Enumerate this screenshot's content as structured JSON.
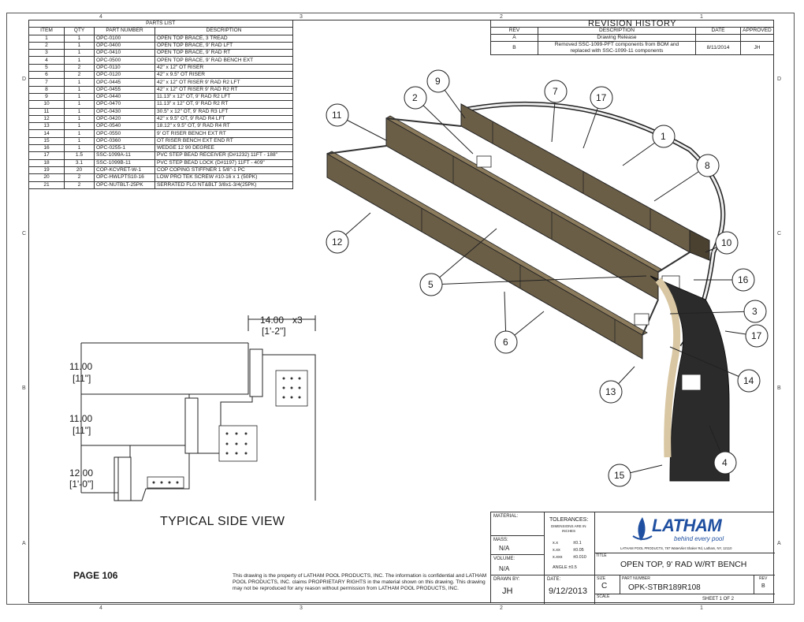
{
  "zones": {
    "top": [
      "4",
      "3",
      "2",
      "1"
    ],
    "side_left": [
      "D",
      "C",
      "B",
      "A"
    ],
    "side_right": [
      "D",
      "C",
      "B",
      "A"
    ],
    "bottom": [
      "4",
      "3",
      "2",
      "1"
    ]
  },
  "parts_list": {
    "title": "PARTS LIST",
    "headers": [
      "ITEM",
      "QTY",
      "PART NUMBER",
      "DESCRIPTION"
    ],
    "rows": [
      [
        "1",
        "1",
        "OPC-0100",
        "OPEN TOP BRACE, 3 TREAD"
      ],
      [
        "2",
        "1",
        "OPC-0400",
        "OPEN TOP BRACE, 9' RAD LFT"
      ],
      [
        "3",
        "1",
        "OPC-0410",
        "OPEN TOP BRACE, 9' RAD RT"
      ],
      [
        "4",
        "1",
        "OPC-0500",
        "OPEN TOP BRACE, 9' RAD BENCH EXT"
      ],
      [
        "5",
        "2",
        "OPC-0110",
        "42\" x 12\" OT RISER"
      ],
      [
        "6",
        "2",
        "OPC-0120",
        "42\" x 9.5\" OT RISER"
      ],
      [
        "7",
        "1",
        "OPC-0445",
        "42\" x 12\" OT RISER 9' RAD R2 LFT"
      ],
      [
        "8",
        "1",
        "OPC-0455",
        "42\" x 12\" OT RISER 9' RAD R2 RT"
      ],
      [
        "9",
        "1",
        "OPC-0440",
        "11.13\" x 12\" OT, 9' RAD R2 LFT"
      ],
      [
        "10",
        "1",
        "OPC-0470",
        "11.13\" x 12\" OT, 9' RAD R2 RT"
      ],
      [
        "11",
        "1",
        "OPC-0430",
        "30.5\" x 12\" OT, 9' RAD R3 LFT"
      ],
      [
        "12",
        "1",
        "OPC-0420",
        "42\" x 9.5\" OT, 9' RAD R4 LFT"
      ],
      [
        "13",
        "1",
        "OPC-0540",
        "18.12\" x 9.5\" OT, 9' RAD R4 RT"
      ],
      [
        "14",
        "1",
        "OPC-0550",
        "9' OT RISER BENCH EXT RT"
      ],
      [
        "15",
        "1",
        "OPC-0360",
        "OT RISER BENCH EXT END RT"
      ],
      [
        "16",
        "1",
        "OPC-0255-1",
        "WEDGE 12 90 DEGREE"
      ],
      [
        "17",
        "1.5",
        "SSC-1099A-11",
        "PVC STEP BEAD RECEIVER (D#1232) 11FT - 188\""
      ],
      [
        "18",
        "3.1",
        "SSC-1099B-11",
        "PVC STEP BEAD LOCK (D#1197) 11FT - 409\""
      ],
      [
        "19",
        "20",
        "COP-KCVRET-W-1",
        "COP COPING STIFFNER 1 5/8\"-1 PC"
      ],
      [
        "20",
        "2",
        "OPC-HWLPTS10-16",
        "LOW PRO TEK SCREW #10-16 x 1 (50PK)"
      ],
      [
        "21",
        "2",
        "OPC-NUTBLT-25PK",
        "SERRATED FLG NT&BLT 3/8x1-3/4(25PK)"
      ]
    ]
  },
  "revision_history": {
    "title": "REVISION HISTORY",
    "headers": [
      "REV",
      "DESCRIPTION",
      "DATE",
      "APPROVED"
    ],
    "rows": [
      {
        "rev": "A",
        "desc": "Drawing Release",
        "date": "",
        "approved": ""
      },
      {
        "rev": "B",
        "desc_1": "Removed SSC-1099-PFT components from BOM and",
        "desc_2": "replaced with SSC-1099-11 components",
        "date": "8/11/2014",
        "approved": "JH"
      }
    ]
  },
  "balloons": [
    "1",
    "2",
    "3",
    "4",
    "5",
    "6",
    "7",
    "8",
    "9",
    "10",
    "11",
    "12",
    "13",
    "14",
    "15",
    "16",
    "17",
    "17"
  ],
  "side_view": {
    "title": "TYPICAL SIDE VIEW",
    "dim_top": "14.00",
    "dim_top_mult": "x3",
    "dim_top_ft": "[1'-2\"]",
    "dim_1": "11.00",
    "dim_1_ft": "[11\"]",
    "dim_2": "11.00",
    "dim_2_ft": "[11\"]",
    "dim_3": "12.00",
    "dim_3_ft": "[1'-0\"]"
  },
  "title_block": {
    "material_label": "MATERIAL:",
    "mass_label": "MASS:",
    "mass_value": "N/A",
    "volume_label": "VOLUME:",
    "volume_value": "N/A",
    "drawn_by_label": "DRAWN BY:",
    "drawn_by": "JH",
    "tolerances_title": "TOLERANCES:",
    "tolerances_sub_1": "DIMENSIONS ARE IN",
    "tolerances_sub_2": "INCHES",
    "tol_1_key": "x.x",
    "tol_1_val": "±0.1",
    "tol_2_key": "x.xx",
    "tol_2_val": "±0.05",
    "tol_3_key": "x.xxx",
    "tol_3_val": "±0.010",
    "tol_angle": "ANGLE ±0.5",
    "date_label": "DATE:",
    "date": "9/12/2013",
    "logo_name": "LATHAM",
    "logo_tagline": "behind every pool",
    "company_address": "LATHAM POOL PRODUCTS, 787 Watervliet Shaker Rd, Latham, NY, 12110",
    "title_label": "TITLE",
    "title": "OPEN TOP, 9' RAD W/RT BENCH",
    "size_label": "SIZE",
    "size": "C",
    "part_number_label": "PART NUMBER",
    "part_number": "OPK-STBR189R108",
    "rev_label": "REV",
    "rev": "B",
    "scale_label": "SCALE",
    "sheet": "SHEET 1  OF 2"
  },
  "page_number": "PAGE 106",
  "legal_text": "This drawing is the property of LATHAM POOL PRODUCTS, INC. The information is confidential and LATHAM POOL PRODUCTS, INC. claims PROPRIETARY RIGHTS in the material shown on this drawing. This drawing may not be reproduced for any reason without permission from LATHAM POOL PRODUCTS, INC.",
  "colors": {
    "panel": "#6b5e47",
    "panel_dark": "#4a4131",
    "panel_light": "#8c7c5d",
    "bench": "#2b2b2b",
    "bead": "#d9c7a3",
    "logo_blue": "#1f4fa0"
  }
}
